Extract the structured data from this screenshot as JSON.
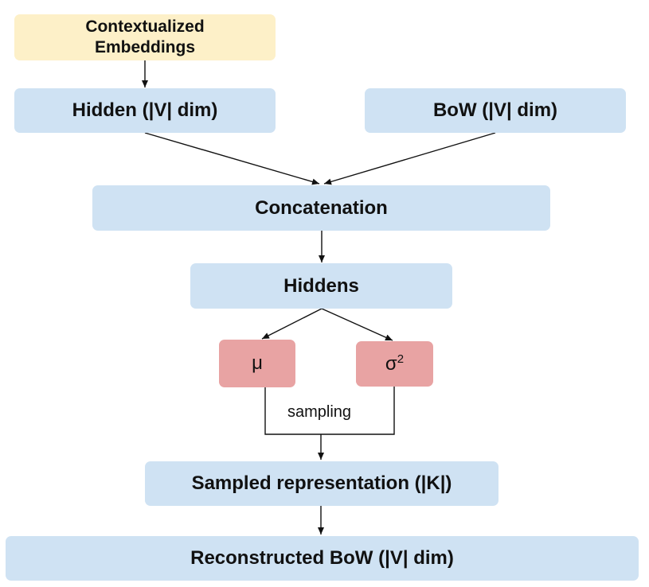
{
  "nodes": {
    "contextualized_embeddings": "Contextualized Embeddings",
    "hidden": "Hidden (|V| dim)",
    "bow": "BoW (|V| dim)",
    "concatenation": "Concatenation",
    "hiddens": "Hiddens",
    "mu": "μ",
    "sigma_base": "σ",
    "sigma_sup": "2",
    "sampled_representation": "Sampled representation (|K|)",
    "reconstructed_bow": "Reconstructed BoW (|V| dim)"
  },
  "edge_labels": {
    "sampling": "sampling"
  },
  "colors": {
    "blue_box": "#cfe2f3",
    "yellow_box": "#fdf0c8",
    "red_box": "#e8a3a3"
  }
}
